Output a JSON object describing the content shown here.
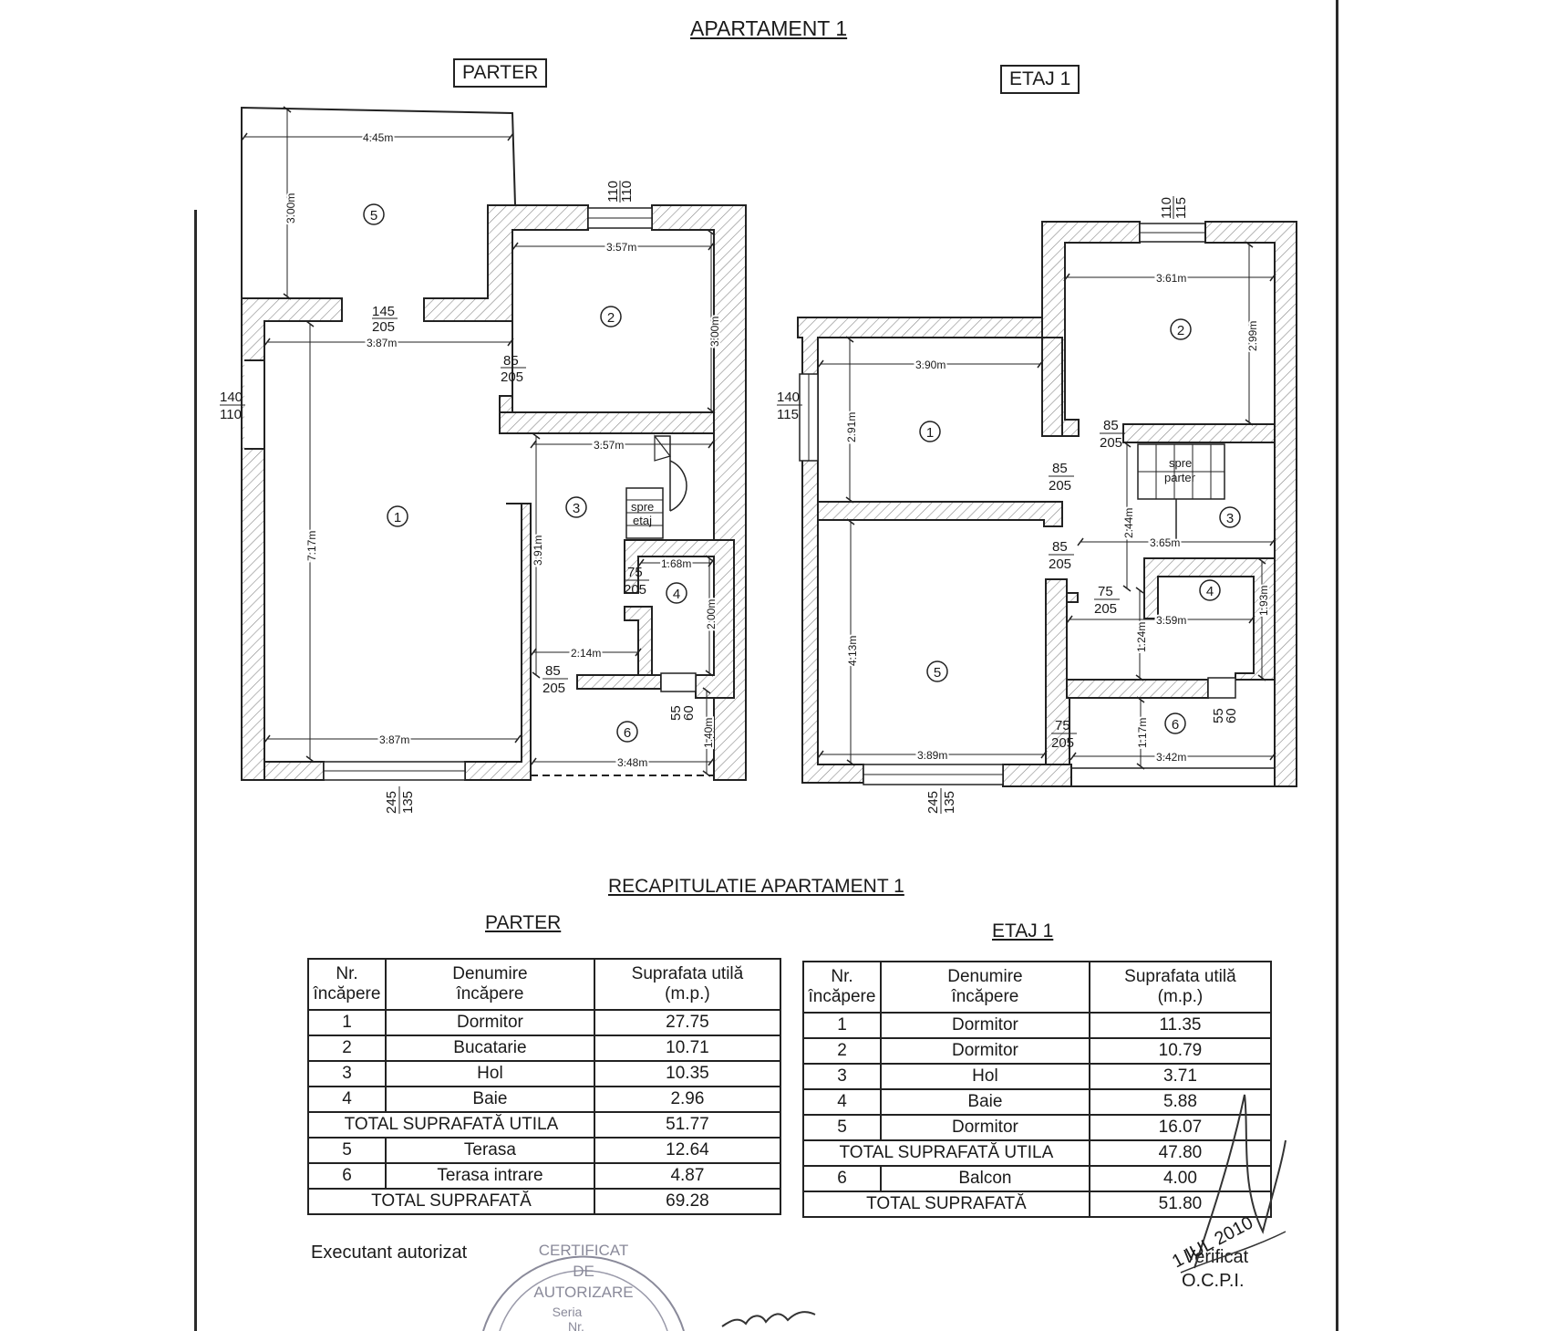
{
  "title": "APARTAMENT 1",
  "floors": {
    "parter": {
      "label": "PARTER"
    },
    "etaj": {
      "label": "ETAJ 1"
    }
  },
  "plan_parter": {
    "rooms": [
      "1",
      "2",
      "3",
      "4",
      "5",
      "6"
    ],
    "dims": {
      "d445": "4.45m",
      "d300a": "3.00m",
      "d357a": "3.57m",
      "d300b": "3.00m",
      "d387a": "3.87m",
      "d717": "7.17m",
      "d357b": "3.57m",
      "d391": "3.91m",
      "d168": "1.68m",
      "d200": "2.00m",
      "d214": "2.14m",
      "d387b": "3.87m",
      "d348": "3.48m",
      "d140": "1.40m"
    },
    "openings": {
      "o110a": "110",
      "o110b": "110",
      "o145": "145",
      "o205a": "205",
      "o85a": "85",
      "o205b": "205",
      "o140": "140",
      "o110c": "110",
      "o75": "75",
      "o205c": "205",
      "o85b": "85",
      "o205d": "205",
      "o55": "55",
      "o60": "60",
      "o245": "245",
      "o135": "135"
    },
    "stair_label_1": "spre",
    "stair_label_2": "etaj"
  },
  "plan_etaj": {
    "rooms": [
      "1",
      "2",
      "3",
      "4",
      "5",
      "6"
    ],
    "dims": {
      "d361": "3.61m",
      "d299": "2.99m",
      "d390": "3.90m",
      "d291": "2.91m",
      "d244": "2.44m",
      "d365": "3.65m",
      "d359": "3.59m",
      "d193": "1.93m",
      "d124": "1.24m",
      "d413": "4.13m",
      "d389": "3.89m",
      "d117": "1.17m",
      "d342": "3.42m"
    },
    "openings": {
      "o110": "110",
      "o115a": "115",
      "o140": "140",
      "o115b": "115",
      "o85a": "85",
      "o205a": "205",
      "o85b": "85",
      "o205b": "205",
      "o85c": "85",
      "o205c": "205",
      "o75a": "75",
      "o205d": "205",
      "o75b": "75",
      "o205e": "205",
      "o55": "55",
      "o60": "60",
      "o245": "245",
      "o135": "135"
    },
    "stair_label_1": "spre",
    "stair_label_2": "parter"
  },
  "recap": {
    "title": "RECAPITULATIE APARTAMENT 1",
    "parter_label": "PARTER",
    "etaj_label": "ETAJ 1",
    "headers": {
      "nr_1": "Nr.",
      "nr_2": "încăpere",
      "den_1": "Denumire",
      "den_2": "încăpere",
      "sup_1": "Suprafata utilă",
      "sup_2": "(m.p.)"
    },
    "parter_rows": [
      {
        "nr": "1",
        "name": "Dormitor",
        "area": "27.75"
      },
      {
        "nr": "2",
        "name": "Bucatarie",
        "area": "10.71"
      },
      {
        "nr": "3",
        "name": "Hol",
        "area": "10.35"
      },
      {
        "nr": "4",
        "name": "Baie",
        "area": "2.96"
      }
    ],
    "parter_total_util_label": "TOTAL SUPRAFATĂ UTILA",
    "parter_total_util": "51.77",
    "parter_extra_rows": [
      {
        "nr": "5",
        "name": "Terasa",
        "area": "12.64"
      },
      {
        "nr": "6",
        "name": "Terasa intrare",
        "area": "4.87"
      }
    ],
    "parter_total_label": "TOTAL SUPRAFATĂ",
    "parter_total": "69.28",
    "etaj_rows": [
      {
        "nr": "1",
        "name": "Dormitor",
        "area": "11.35"
      },
      {
        "nr": "2",
        "name": "Dormitor",
        "area": "10.79"
      },
      {
        "nr": "3",
        "name": "Hol",
        "area": "3.71"
      },
      {
        "nr": "4",
        "name": "Baie",
        "area": "5.88"
      },
      {
        "nr": "5",
        "name": "Dormitor",
        "area": "16.07"
      }
    ],
    "etaj_total_util_label": "TOTAL SUPRAFATĂ UTILA",
    "etaj_total_util": "47.80",
    "etaj_extra_rows": [
      {
        "nr": "6",
        "name": "Balcon",
        "area": "4.00"
      }
    ],
    "etaj_total_label": "TOTAL SUPRAFATĂ",
    "etaj_total": "51.80"
  },
  "footer": {
    "executant": "Executant autorizat",
    "verificat_1": "Verificat",
    "verificat_2": "O.C.P.I.",
    "stamp_1": "CERTIFICAT",
    "stamp_2": "DE",
    "stamp_3": "AUTORIZARE",
    "stamp_4": "Seria",
    "stamp_5": "Nr.",
    "date_stamp": "1 IUL 2010"
  }
}
